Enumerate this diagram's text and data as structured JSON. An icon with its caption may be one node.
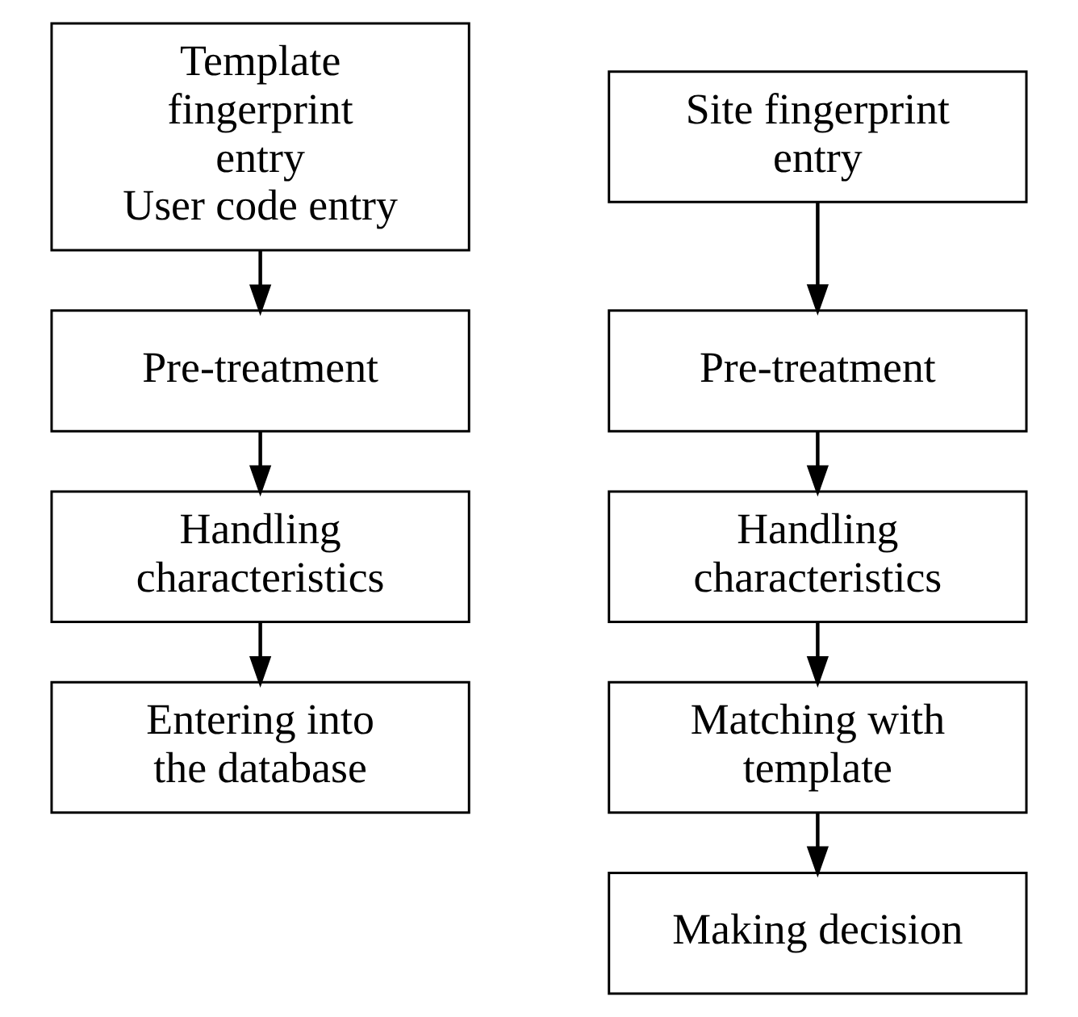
{
  "diagram": {
    "nodes": [
      {
        "text": [
          "Template fingerprint entry",
          "User code entry"
        ]
      },
      {
        "text": [
          "Pre-treatment"
        ]
      },
      {
        "text": [
          "Handling characteristics"
        ]
      },
      {
        "text": [
          "Entering into the database"
        ]
      },
      {
        "text": [
          "Site fingerprint entry"
        ]
      },
      {
        "text": [
          "Pre-treatment"
        ]
      },
      {
        "text": [
          "Handling characteristics"
        ]
      },
      {
        "text": [
          "Matching with template"
        ]
      },
      {
        "text": [
          "Making decision"
        ]
      }
    ],
    "edges": [
      {
        "from": 0,
        "to": 1,
        "arrow": "to"
      },
      {
        "from": 1,
        "to": 2,
        "arrow": "to"
      },
      {
        "from": 2,
        "to": 3,
        "arrow": "to"
      },
      {
        "from": 4,
        "to": 5,
        "arrow": "to"
      },
      {
        "from": 5,
        "to": 6,
        "arrow": "to"
      },
      {
        "from": 6,
        "to": 7,
        "arrow": "to"
      },
      {
        "from": 7,
        "to": 8,
        "arrow": "to"
      }
    ]
  }
}
